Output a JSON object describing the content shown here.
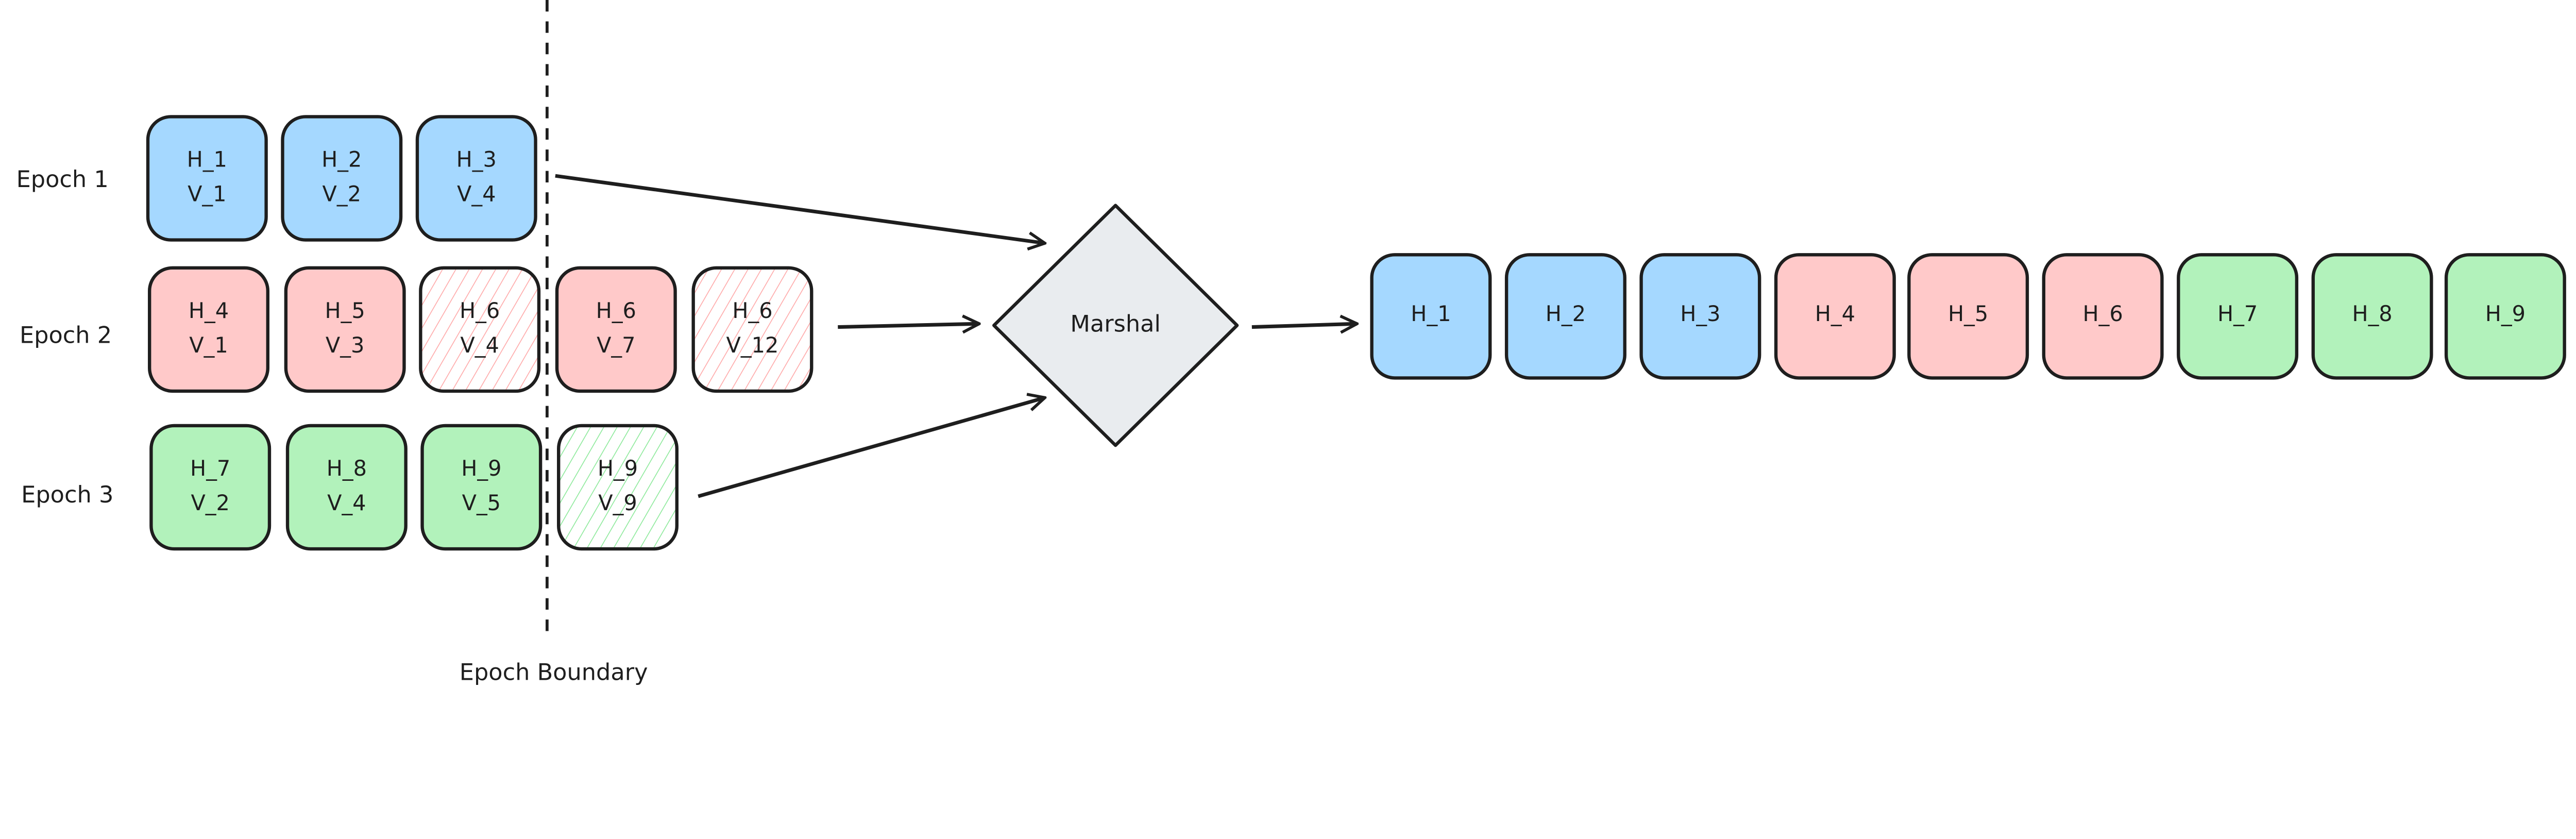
{
  "colors": {
    "epoch1": "#a5d8ff",
    "epoch2": "#ffc9c9",
    "epoch3": "#b2f2bb",
    "marshal": "#e9ecef",
    "stroke": "#1e1e1e"
  },
  "epochs": [
    {
      "label": "Epoch 1",
      "color_key": "epoch1",
      "blocks": [
        {
          "h": "H_1",
          "v": "V_1",
          "hatched": false
        },
        {
          "h": "H_2",
          "v": "V_2",
          "hatched": false
        },
        {
          "h": "H_3",
          "v": "V_4",
          "hatched": false
        }
      ]
    },
    {
      "label": "Epoch 2",
      "color_key": "epoch2",
      "blocks": [
        {
          "h": "H_4",
          "v": "V_1",
          "hatched": false
        },
        {
          "h": "H_5",
          "v": "V_3",
          "hatched": false
        },
        {
          "h": "H_6",
          "v": "V_4",
          "hatched": true
        },
        {
          "h": "H_6",
          "v": "V_7",
          "hatched": false
        },
        {
          "h": "H_6",
          "v": "V_12",
          "hatched": true
        }
      ]
    },
    {
      "label": "Epoch 3",
      "color_key": "epoch3",
      "blocks": [
        {
          "h": "H_7",
          "v": "V_2",
          "hatched": false
        },
        {
          "h": "H_8",
          "v": "V_4",
          "hatched": false
        },
        {
          "h": "H_9",
          "v": "V_5",
          "hatched": false
        },
        {
          "h": "H_9",
          "v": "V_9",
          "hatched": true
        }
      ]
    }
  ],
  "boundary_label": "Epoch Boundary",
  "marshal_label": "Marshal",
  "output": [
    {
      "h": "H_1",
      "color_key": "epoch1"
    },
    {
      "h": "H_2",
      "color_key": "epoch1"
    },
    {
      "h": "H_3",
      "color_key": "epoch1"
    },
    {
      "h": "H_4",
      "color_key": "epoch2"
    },
    {
      "h": "H_5",
      "color_key": "epoch2"
    },
    {
      "h": "H_6",
      "color_key": "epoch2"
    },
    {
      "h": "H_7",
      "color_key": "epoch3"
    },
    {
      "h": "H_8",
      "color_key": "epoch3"
    },
    {
      "h": "H_9",
      "color_key": "epoch3"
    }
  ]
}
